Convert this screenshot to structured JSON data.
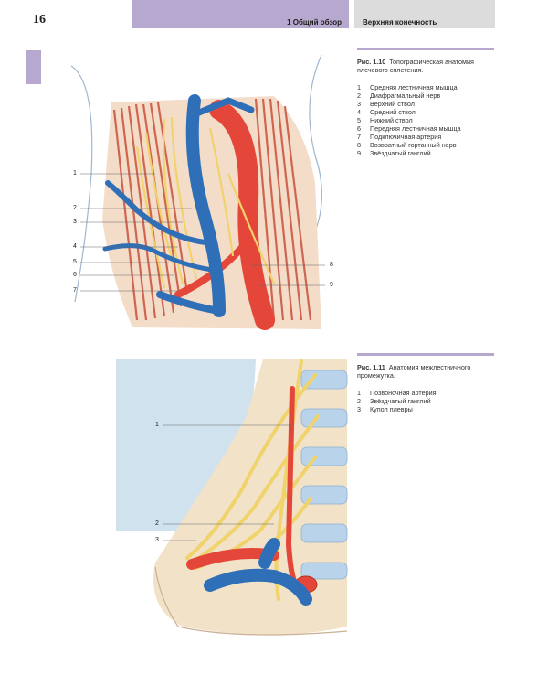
{
  "header": {
    "page_number": "16",
    "chapter": "1  Общий обзор",
    "section": "Верхняя конечность"
  },
  "figure_1": {
    "number": "Рис. 1.10",
    "title": "Топографическая анатомия плечевого сплетения.",
    "legend": [
      {
        "n": "1",
        "text": "Средняя лестничная мышца"
      },
      {
        "n": "2",
        "text": "Диафрагмальный нерв"
      },
      {
        "n": "3",
        "text": "Верхний ствол"
      },
      {
        "n": "4",
        "text": "Средний ствол"
      },
      {
        "n": "5",
        "text": "Нижний ствол"
      },
      {
        "n": "6",
        "text": "Передняя лестничная мышца"
      },
      {
        "n": "7",
        "text": "Подключичная артерия"
      },
      {
        "n": "8",
        "text": "Возвратный гортанный нерв"
      },
      {
        "n": "9",
        "text": "Звёздчатый ганглий"
      }
    ],
    "labels": [
      "1",
      "2",
      "3",
      "4",
      "5",
      "6",
      "7",
      "8",
      "9"
    ]
  },
  "figure_2": {
    "number": "Рис. 1.11",
    "title": "Анатомия межлестничного промежутка.",
    "legend": [
      {
        "n": "1",
        "text": "Позвоночная артерия"
      },
      {
        "n": "2",
        "text": "Звёздчатый ганглий"
      },
      {
        "n": "3",
        "text": "Купол плевры"
      }
    ],
    "labels": [
      "1",
      "2",
      "3"
    ]
  },
  "colors": {
    "accent": "#b7a8cf",
    "vein": "#2f6fb8",
    "artery": "#e4473a",
    "nerve": "#f0d36a",
    "muscle": "#c9513d",
    "skin": "#f3dcc8",
    "pleura": "#cfe2ee"
  }
}
